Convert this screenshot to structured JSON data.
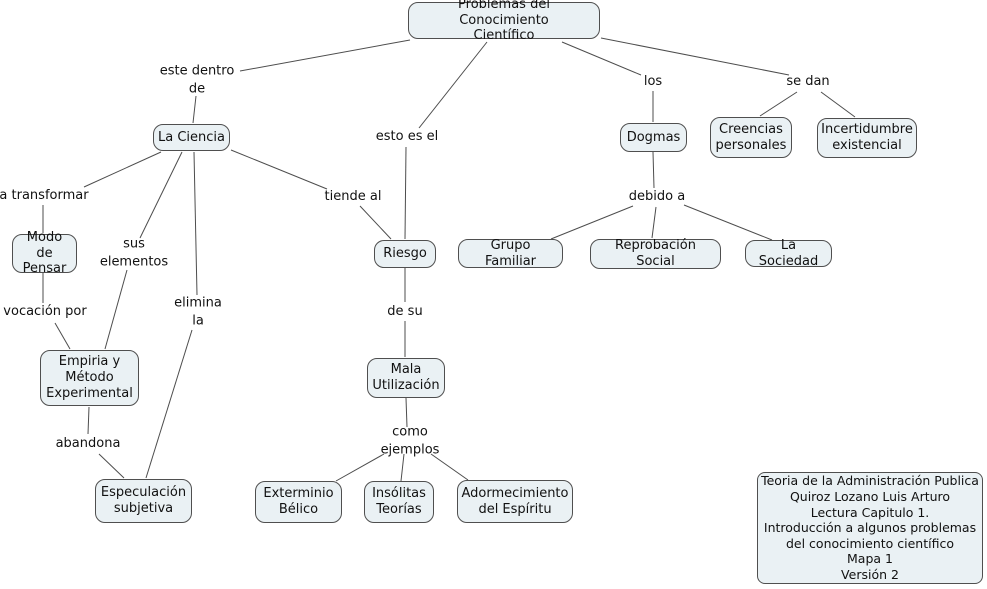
{
  "nodes": {
    "problemas": "Problemas del Conocimiento\nCientífico",
    "la_ciencia": "La Ciencia",
    "modo_pensar": "Modo de\nPensar",
    "empiria": "Empiria y\nMétodo\nExperimental",
    "especulacion": "Especulación\nsubjetiva",
    "riesgo": "Riesgo",
    "mala_utilizacion": "Mala\nUtilización",
    "exterminio": "Exterminio\nBélico",
    "insolitas": "Insólitas\nTeorías",
    "adormecimiento": "Adormecimiento\ndel Espíritu",
    "dogmas": "Dogmas",
    "creencias": "Creencias\npersonales",
    "incertidumbre": "Incertidumbre\nexistencial",
    "grupo_familiar": "Grupo Familiar",
    "reprobacion": "Reprobación Social",
    "la_sociedad": "La Sociedad"
  },
  "links": {
    "este_dentro_de": "este dentro\nde",
    "esto_es_el": "esto es el",
    "los": "los",
    "se_dan": "se dan",
    "a_transformar": "a transformar",
    "sus_elementos": "sus\nelementos",
    "elimina_la": "elimina\nla",
    "tiende_al": "tiende al",
    "vocacion_por": "vocación por",
    "abandona": "abandona",
    "de_su": "de su",
    "como_ejemplos": "como\nejemplos",
    "debido_a": "debido a"
  },
  "info_box": "Teoria de la Administración Publica\nQuiroz Lozano Luis Arturo\nLectura Capitulo 1.\nIntroducción a algunos problemas\ndel conocimiento científico\nMapa 1\nVersión 2",
  "colors": {
    "node_fill": "#eaf1f4",
    "node_border": "#4f4f4f",
    "line": "#4d4d4d"
  }
}
